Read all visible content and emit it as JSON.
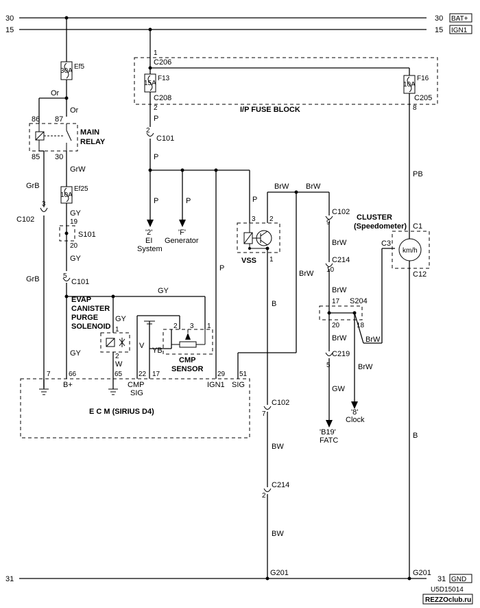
{
  "buses": {
    "b30_left": "30",
    "b30_right": "30",
    "b30_tag": "BAT+",
    "b15_left": "15",
    "b15_right": "15",
    "b15_tag": "IGN1",
    "b31_left": "31",
    "b31_right": "31",
    "b31_tag": "GND"
  },
  "fuses": {
    "ef5_rating": "30A",
    "ef5_name": "Ef5",
    "ef25_rating": "10A",
    "ef25_name": "Ef25",
    "f13_rating": "15A",
    "f13_name": "F13",
    "f16_rating": "10A",
    "f16_name": "F16"
  },
  "fuse_block": {
    "title": "I/P FUSE BLOCK",
    "c206": "C206",
    "c206_pin": "1",
    "c208": "C208",
    "c208_pin": "2",
    "c205": "C205",
    "c205_pin": "8"
  },
  "main_relay": {
    "title_line1": "MAIN",
    "title_line2": "RELAY",
    "pin86": "86",
    "pin87": "87",
    "pin85": "85",
    "pin30": "30"
  },
  "wires": {
    "or1": "Or",
    "or2": "Or",
    "grw": "GrW",
    "grb1": "GrB",
    "grb2": "GrB",
    "gy1": "GY",
    "gy2": "GY",
    "gy3": "GY",
    "gy4": "GY",
    "gy5": "GY",
    "p1": "P",
    "p2": "P",
    "p3": "P",
    "p4": "P",
    "p5": "P",
    "p6": "P",
    "pb": "PB",
    "brw1": "BrW",
    "brw2": "BrW",
    "brw3": "BrW",
    "brw4": "BrW",
    "brw5": "BrW",
    "brw6": "BrW",
    "brw7": "BrW",
    "brw8": "BrW",
    "b1": "B",
    "b2": "B",
    "bw1": "BW",
    "bw2": "BW",
    "gw": "GW",
    "v": "V",
    "yb": "YB",
    "w": "W"
  },
  "connectors": {
    "c102_left": "C102",
    "c102_left_pin": "3",
    "c101_top": "C101",
    "c101_top_pin": "2",
    "c101_mid": "C101",
    "c101_mid_pin": "5",
    "s101": "S101",
    "s101_pin19": "19",
    "s101_pin20": "20",
    "c102_right": "C102",
    "c102_right_pin": "9",
    "c214_right": "C214",
    "c214_right_pin": "10",
    "s204": "S204",
    "s204_pin17": "17",
    "s204_pin20": "20",
    "s204_pin18": "18",
    "c219": "C219",
    "c219_pin": "5",
    "c102_mid": "C102",
    "c102_mid_pin": "7",
    "c214_mid": "C214",
    "c214_mid_pin": "2"
  },
  "loads": {
    "ei_num": "'2'",
    "ei_l1": "EI",
    "ei_l2": "System",
    "gen_num": "'F'",
    "gen_l1": "Generator",
    "fatc_num": "'B19'",
    "fatc_l1": "FATC",
    "clock_num": "'8'",
    "clock_l1": "Clock"
  },
  "vss": {
    "label": "VSS",
    "pin3": "3",
    "pin2": "2",
    "pin1": "1"
  },
  "cluster": {
    "title": "CLUSTER",
    "subtitle": "(Speedometer)",
    "c1": "C1",
    "c3": "C3",
    "c12": "C12",
    "gauge": "km/h"
  },
  "evap": {
    "l1": "EVAP",
    "l2": "CANISTER",
    "l3": "PURGE",
    "l4": "SOLENOID",
    "pin1": "1",
    "pin2": "2"
  },
  "cmp": {
    "l1": "CMP",
    "l2": "SENSOR",
    "pin2": "2",
    "pin3": "3",
    "pin1": "1"
  },
  "ecm": {
    "title": "E  C  M (SIRIUS D4)",
    "pin7": "7",
    "pin66": "66",
    "pin65": "65",
    "pin22": "22",
    "pin17": "17",
    "pin29": "29",
    "pin51": "51",
    "lbl_bplus": "B+",
    "lbl_cmp": "CMP",
    "lbl_sig1": "SIG",
    "lbl_ign1": "IGN1",
    "lbl_sig2": "SIG"
  },
  "grounds": {
    "g201_left": "G201",
    "g201_right": "G201"
  },
  "footer": {
    "code": "U5D15014",
    "watermark": "REZZOclub.ru"
  }
}
